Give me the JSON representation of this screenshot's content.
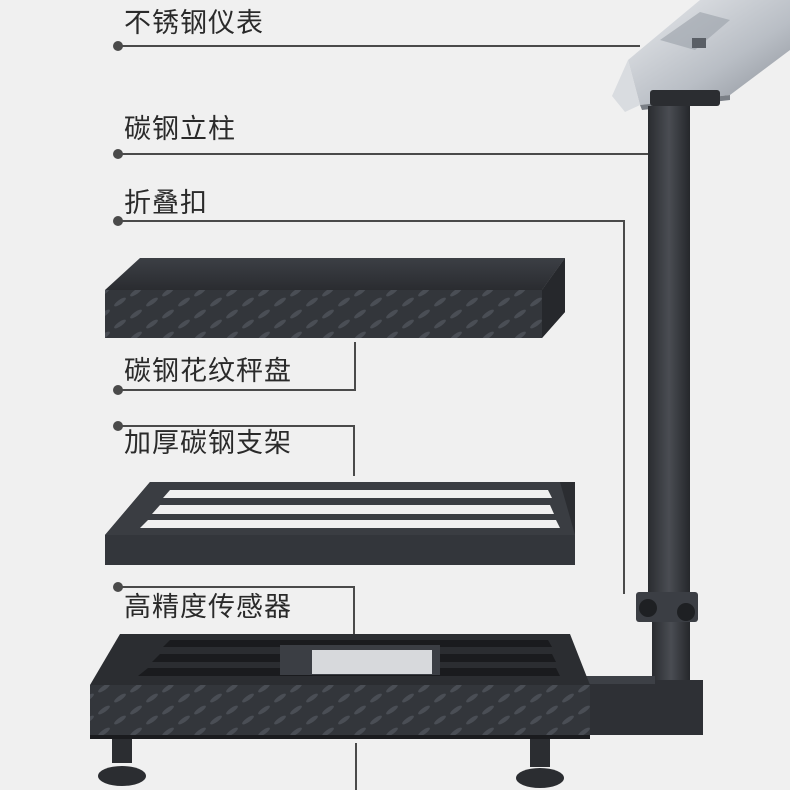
{
  "callouts": [
    {
      "label": "不锈钢仪表"
    },
    {
      "label": "碳钢立柱"
    },
    {
      "label": "折叠扣"
    },
    {
      "label": "碳钢花纹秤盘"
    },
    {
      "label": "加厚碳钢支架"
    },
    {
      "label": "高精度传感器"
    }
  ],
  "icons": [
    "indicator-display-icon",
    "column-icon",
    "folding-buckle-icon",
    "pattern-tray-icon",
    "support-frame-icon",
    "sensor-icon"
  ],
  "colors": {
    "background": "#f0f0f0",
    "steel_dark": "#2b2d31",
    "steel_mid": "#3a3d42",
    "leader_line": "#4a4a4a",
    "label_text": "#2a2a2a",
    "stainless": "#cfd3d8"
  }
}
